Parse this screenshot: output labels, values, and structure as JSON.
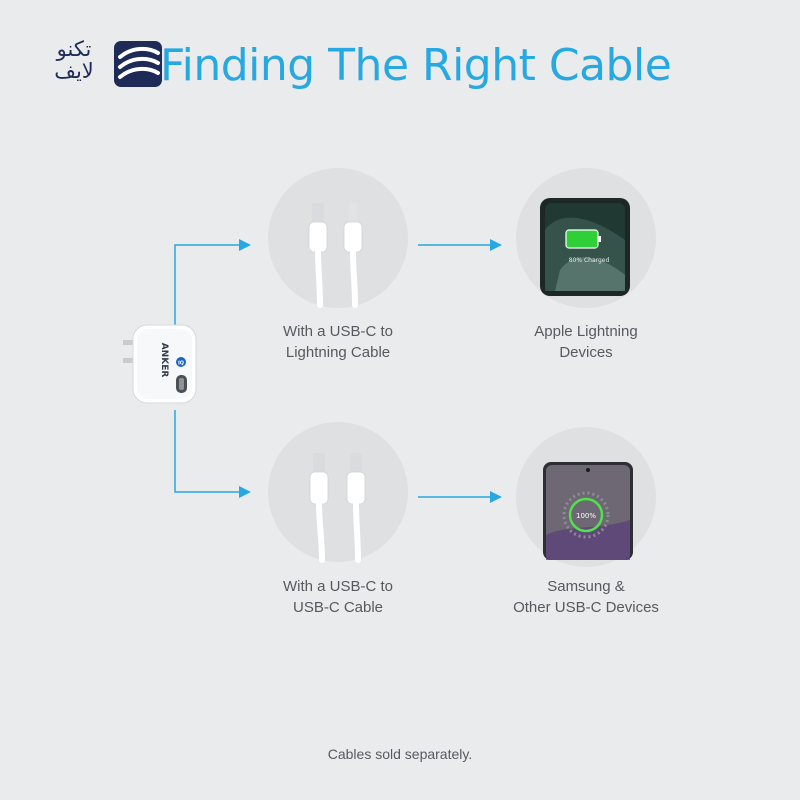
{
  "header": {
    "logo_text_line1": "تكنو",
    "logo_text_line2": "لايف",
    "title": "Finding The Right Cable"
  },
  "charger": {
    "brand_label": "ANKER",
    "badge_label": "IQ"
  },
  "rows": [
    {
      "cable_caption_line1": "With a USB-C to",
      "cable_caption_line2": "Lightning Cable",
      "device_caption_line1": "Apple Lightning",
      "device_caption_line2": "Devices",
      "screen_text": "80% Charged"
    },
    {
      "cable_caption_line1": "With a USB-C to",
      "cable_caption_line2": "USB-C Cable",
      "device_caption_line1": "Samsung &",
      "device_caption_line2": "Other USB-C Devices",
      "screen_text": "100%"
    }
  ],
  "footnote": "Cables sold separately.",
  "colors": {
    "accent": "#26a8e2",
    "circle": "#dfe0e2",
    "text": "#555a60",
    "logo_navy": "#1e2b57"
  }
}
